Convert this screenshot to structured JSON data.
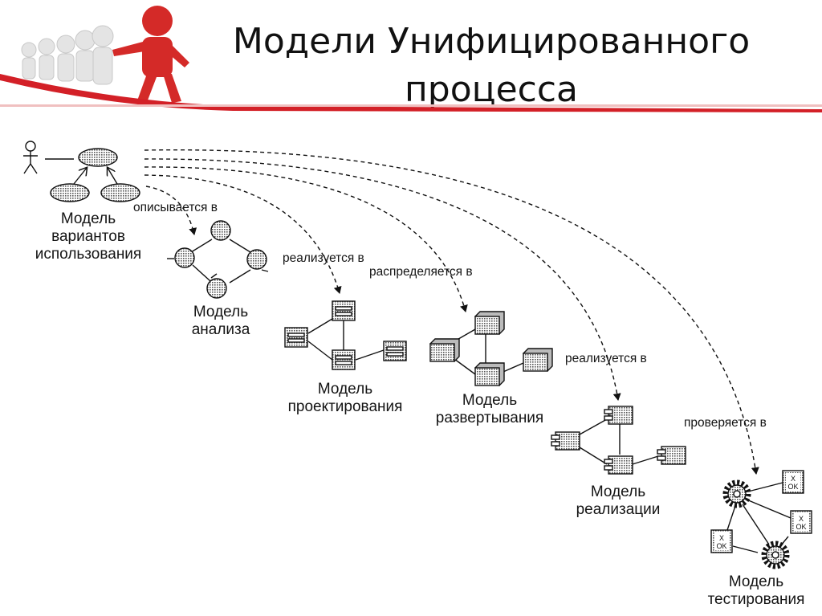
{
  "slide": {
    "title": "Модели Унифицированного\nпроцесса",
    "accent_color": "#d32027"
  },
  "models": {
    "use_case": "Модель\nвариантов\nиспользования",
    "analysis": "Модель\nанализа",
    "design": "Модель\nпроектирования",
    "deployment": "Модель\nразвертывания",
    "implementation": "Модель\nреализации",
    "test": "Модель\nтестирования"
  },
  "relations": {
    "described_in": "описывается в",
    "realized_in_1": "реализуется в",
    "distributed_in": "распределяется в",
    "realized_in_2": "реализуется в",
    "verified_in": "проверяется в"
  },
  "icons": {
    "test_case_top": "X\nOK",
    "test_case_x": "X",
    "test_case_ok": "OK"
  }
}
